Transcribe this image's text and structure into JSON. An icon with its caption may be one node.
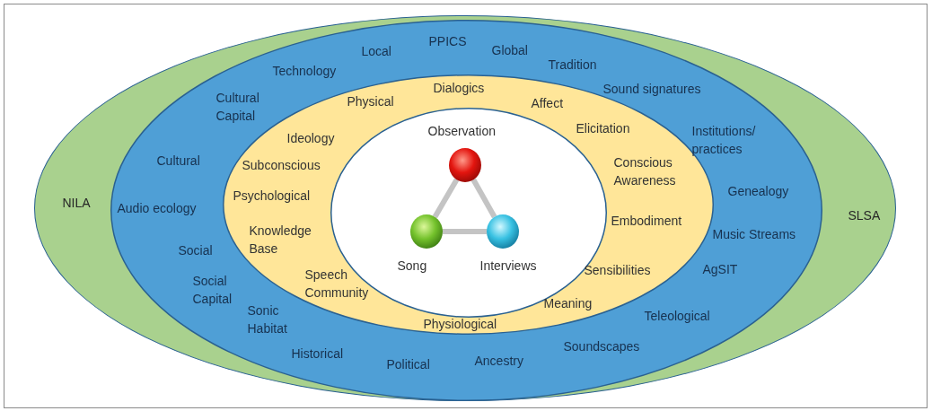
{
  "diagram": {
    "nodes": [
      {
        "text": [
          "NILA",
          "SLSA"
        ]
      },
      {
        "text": [
          "Local",
          "PPICS",
          "Global",
          "Technology",
          "Tradition",
          "Cultural Capital",
          "Sound signatures",
          "Institutions/ practices",
          "Cultural",
          "Genealogy",
          "Audio ecology",
          "Music Streams",
          "Social",
          "AgSIT",
          "Social Capital",
          "Sonic Habitat",
          "Teleological",
          "Historical",
          "Soundscapes",
          "Political",
          "Ancestry"
        ],
        "in": 0
      },
      {
        "text": [
          "Physical",
          "Dialogics",
          "Affect",
          "Elicitation",
          "Ideology",
          "Subconscious",
          "Conscious Awareness",
          "Psychological",
          "Embodiment",
          "Knowledge Base",
          "Sensibilities",
          "Speech Community",
          "Meaning",
          "Physiological"
        ],
        "in": 1
      },
      {
        "text": [],
        "shape": "ellipse",
        "in": 2
      },
      {
        "text": [],
        "shape": "circle",
        "in": 3,
        "beside": [
          "Observation"
        ]
      },
      {
        "text": [],
        "shape": "circle",
        "in": 3,
        "beside": [
          "Song"
        ]
      },
      {
        "text": [],
        "shape": "circle",
        "in": 3,
        "beside": [
          "Interviews"
        ]
      }
    ],
    "edges": [
      {
        "from": 4,
        "to": 5,
        "arrow": "none"
      },
      {
        "from": 4,
        "to": 6,
        "arrow": "none"
      },
      {
        "from": 5,
        "to": 6,
        "arrow": "none"
      }
    ]
  }
}
